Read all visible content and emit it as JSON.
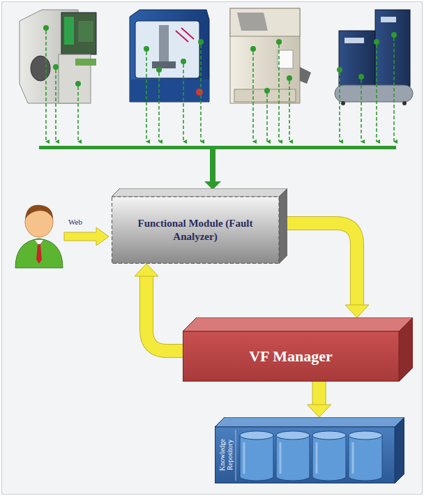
{
  "diagram": {
    "nodes": [
      {
        "text": [
          "Functional Module (Fault Analyzer)"
        ]
      },
      {
        "text": [
          "VF Manager"
        ]
      },
      {
        "text": [
          "Knowledge Repository"
        ]
      }
    ],
    "edges": [
      {
        "from": 0,
        "to": 1,
        "arrow": "to"
      },
      {
        "from": 1,
        "to": 0,
        "arrow": "to"
      },
      {
        "from": 1,
        "to": 2,
        "arrow": "to"
      }
    ],
    "labels": [
      "Web"
    ]
  }
}
